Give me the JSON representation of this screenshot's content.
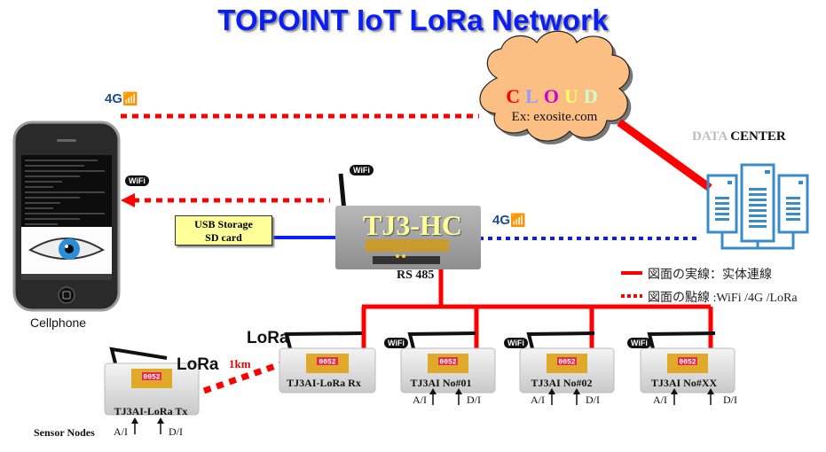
{
  "title": "TOPOINT IoT LoRa Network",
  "cloud": {
    "letters": [
      {
        "char": "C",
        "color": "#ff0000"
      },
      {
        "char": "L",
        "color": "#9999ff"
      },
      {
        "char": "O",
        "color": "#cc00cc"
      },
      {
        "char": "U",
        "color": "#ffff66"
      },
      {
        "char": "D",
        "color": "#ccffcc"
      }
    ],
    "subtitle": "Ex: exosite.com",
    "fill_color": "#fbbf83"
  },
  "data_center": {
    "label_part1": "DATA",
    "label_part2": "CENTER",
    "icon": "server-rack-icon",
    "color": "#3a8cc8"
  },
  "cellphone": {
    "label": "Cellphone",
    "icon": "smartphone-icon"
  },
  "hub": {
    "label": "TJ3-HC",
    "port_label": "RS 485"
  },
  "storage": {
    "line1": "USB Storage",
    "line2": "SD card"
  },
  "badges": {
    "g4": "4G",
    "wifi": "WiFi",
    "lora": "LoRa"
  },
  "legend": {
    "solid": "図面の実線：实体連線",
    "dotted": "図面の點線 :WiFi /4G /LoRa",
    "solid_color": "#ff0000",
    "dotted_color": "#ff0000"
  },
  "lora_link": {
    "distance": "1km"
  },
  "nodes": [
    {
      "label": "TJ3AI-LoRa Tx",
      "radio": "LoRa",
      "ai": "A/I",
      "di": "D/I",
      "display": "0052"
    },
    {
      "label": "TJ3AI-LoRa Rx",
      "radio": "LoRa",
      "display": "0052"
    },
    {
      "label": "TJ3AI No#01",
      "radio": "WiFi",
      "ai": "A/I",
      "di": "D/I",
      "display": "0052"
    },
    {
      "label": "TJ3AI No#02",
      "radio": "WiFi",
      "ai": "A/I",
      "di": "D/I",
      "display": "0052"
    },
    {
      "label": "TJ3AI No#XX",
      "radio": "WiFi",
      "ai": "A/I",
      "di": "D/I",
      "display": "0052"
    }
  ],
  "sensor_nodes_label": "Sensor Nodes",
  "colors": {
    "title": "#0a1ef5",
    "wired": "#ff0000",
    "wifi_link": "#ff0000",
    "lte_link": "#0a1ef5",
    "usb_link": "#0a1ef5"
  }
}
